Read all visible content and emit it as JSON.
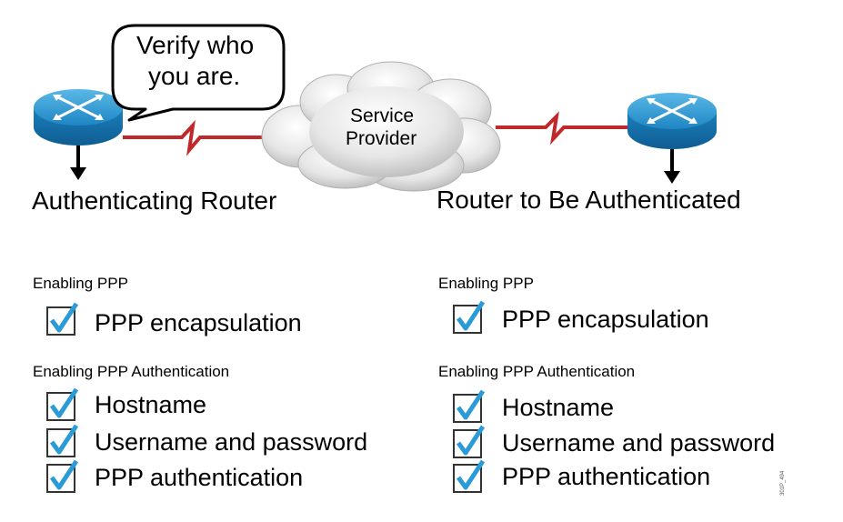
{
  "diagram": {
    "speech_bubble": {
      "line1": "Verify who",
      "line2": "you are."
    },
    "cloud": {
      "line1": "Service",
      "line2": "Provider"
    },
    "link_color": "#c0282a",
    "router_color": "#1e8fc8",
    "check_color": "#2a9bd6"
  },
  "left": {
    "title": "Authenticating Router",
    "sections": [
      {
        "heading": "Enabling PPP",
        "items": [
          "PPP encapsulation"
        ]
      },
      {
        "heading": "Enabling PPP Authentication",
        "items": [
          "Hostname",
          "Username and password",
          "PPP authentication"
        ]
      }
    ]
  },
  "right": {
    "title": "Router to Be Authenticated",
    "sections": [
      {
        "heading": "Enabling PPP",
        "items": [
          "PPP encapsulation"
        ]
      },
      {
        "heading": "Enabling PPP Authentication",
        "items": [
          "Hostname",
          "Username and password",
          "PPP authentication"
        ]
      }
    ]
  },
  "figure_id": "301P_494"
}
